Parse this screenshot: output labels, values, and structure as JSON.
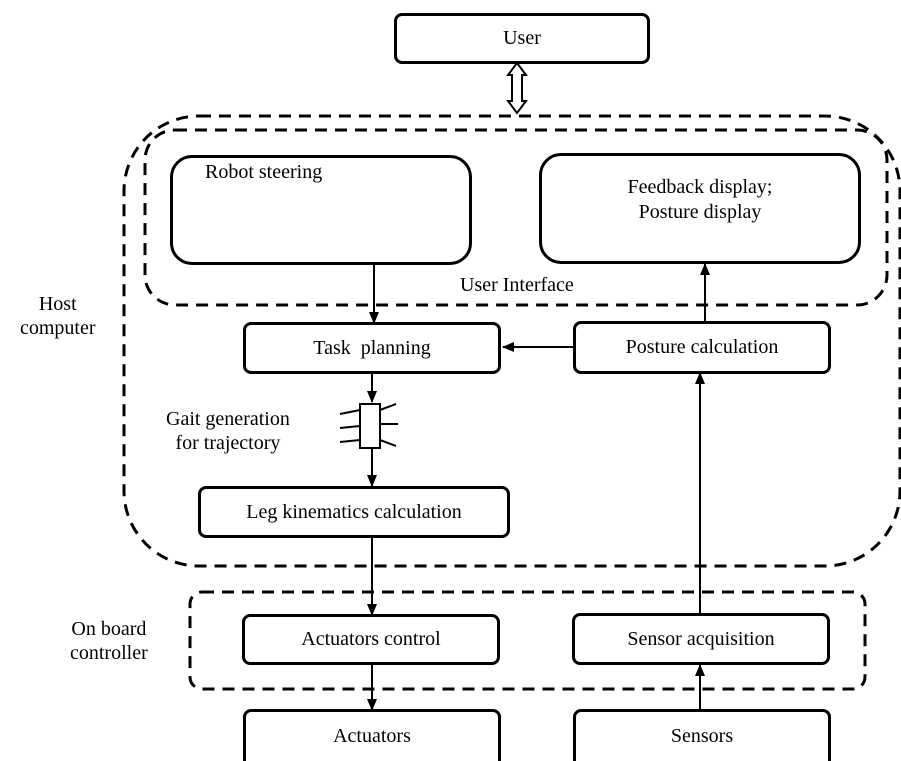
{
  "nodes": {
    "user": "User",
    "robot_steering": "Robot steering",
    "feedback_display": "Feedback display;",
    "posture_display": "Posture display",
    "task_planning": "Task  planning",
    "posture_calculation": "Posture calculation",
    "leg_kinematics": "Leg kinematics calculation",
    "actuators_control": "Actuators control",
    "sensor_acquisition": "Sensor acquisition",
    "actuators": "Actuators",
    "sensors": "Sensors"
  },
  "labels": {
    "user_interface": "User Interface",
    "host_line1": "Host",
    "host_line2": "computer",
    "gait_line1": "Gait generation",
    "gait_line2": "for trajectory",
    "onboard_line1": "On board",
    "onboard_line2": "controller"
  },
  "edges": [
    {
      "from": "user",
      "to": "user_interface",
      "style": "double-hollow-bidirectional"
    },
    {
      "from": "robot_steering",
      "to": "task_planning"
    },
    {
      "from": "posture_calculation",
      "to": "task_planning"
    },
    {
      "from": "posture_calculation",
      "to": "feedback_display"
    },
    {
      "from": "task_planning",
      "to": "gait_generation"
    },
    {
      "from": "gait_generation",
      "to": "leg_kinematics"
    },
    {
      "from": "leg_kinematics",
      "to": "actuators_control"
    },
    {
      "from": "actuators_control",
      "to": "actuators"
    },
    {
      "from": "sensors",
      "to": "sensor_acquisition"
    },
    {
      "from": "sensor_acquisition",
      "to": "posture_calculation"
    }
  ],
  "colors": {
    "line": "#000000",
    "background": "#ffffff"
  }
}
